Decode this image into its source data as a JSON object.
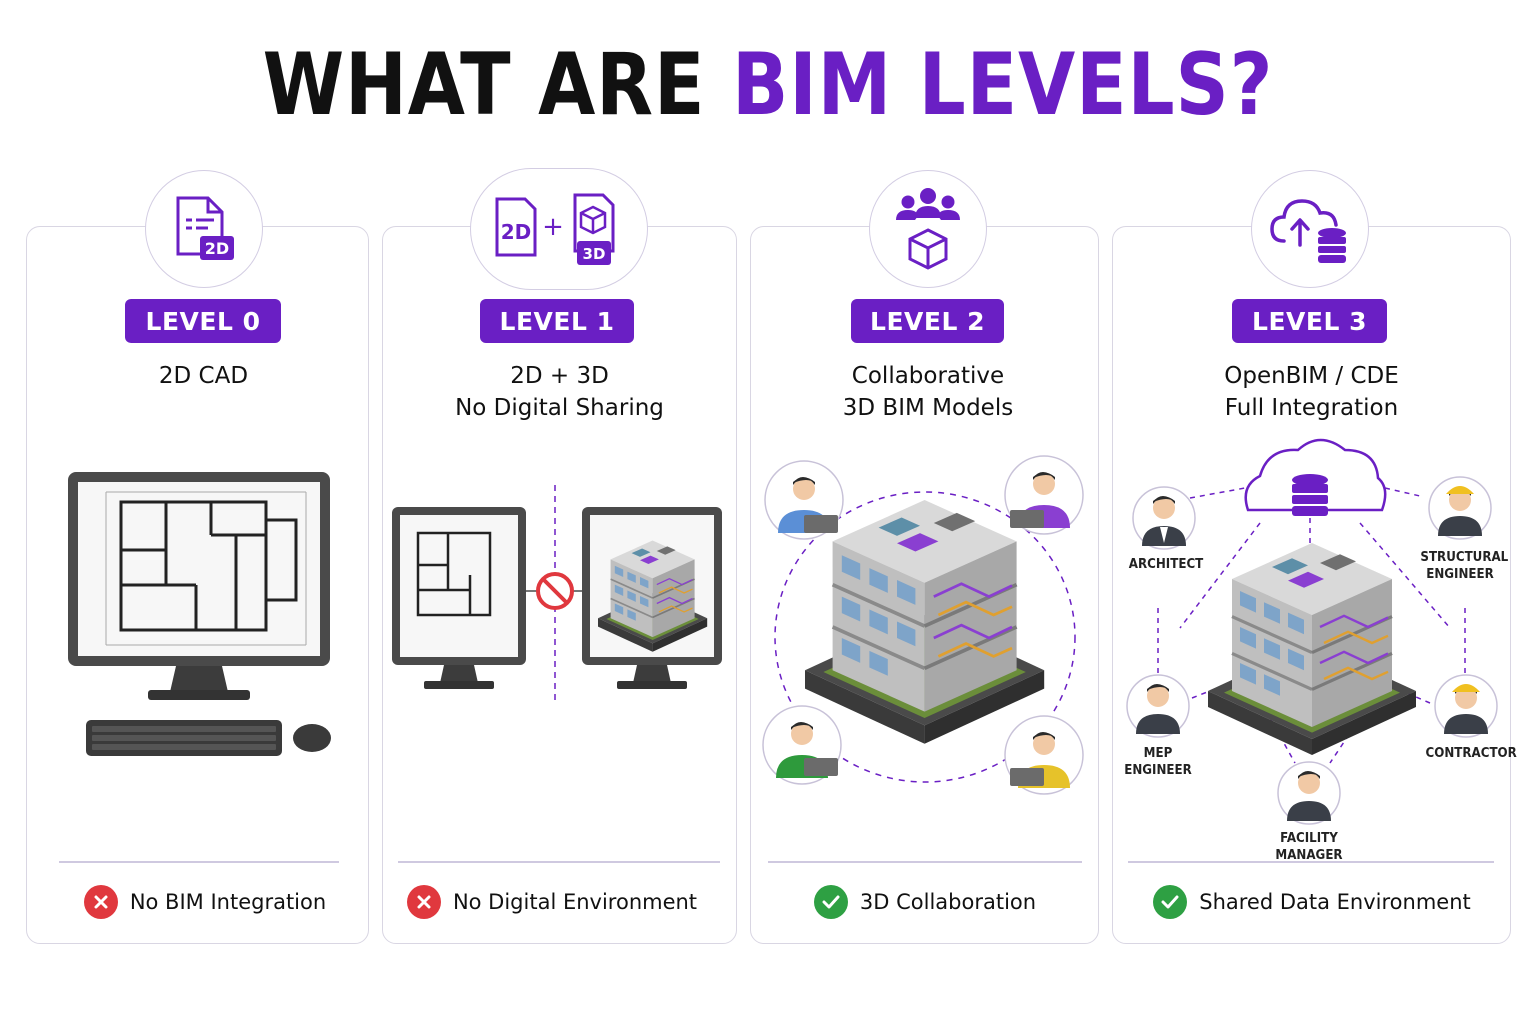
{
  "title": {
    "part1": "WHAT ARE",
    "part2": "BIM LEVELS?"
  },
  "colors": {
    "accent": "#6a1fc4",
    "bad": "#e0383e",
    "good": "#2ea043",
    "border": "#d9d6e3"
  },
  "levels": [
    {
      "badge": "LEVEL 0",
      "subtitle_line1": "2D CAD",
      "subtitle_line2": "",
      "icon": "2d-document-icon",
      "status": "No BIM Integration",
      "status_type": "bad"
    },
    {
      "badge": "LEVEL 1",
      "subtitle_line1": "2D + 3D",
      "subtitle_line2": "No Digital Sharing",
      "icon": "2d-plus-3d-icon",
      "icon_text_2d": "2D",
      "icon_text_plus": "+",
      "icon_text_3d": "3D",
      "status": "No Digital Environment",
      "status_type": "bad"
    },
    {
      "badge": "LEVEL 2",
      "subtitle_line1": "Collaborative",
      "subtitle_line2": "3D BIM Models",
      "icon": "team-cube-icon",
      "status": "3D Collaboration",
      "status_type": "good"
    },
    {
      "badge": "LEVEL 3",
      "subtitle_line1": "OpenBIM / CDE",
      "subtitle_line2": "Full Integration",
      "icon": "cloud-database-icon",
      "status": "Shared Data Environment",
      "status_type": "good"
    }
  ],
  "level0_icon_text": "2D",
  "roles": {
    "architect": "ARCHITECT",
    "structural_1": "STRUCTURAL",
    "structural_2": "ENGINEER",
    "mep_1": "MEP",
    "mep_2": "ENGINEER",
    "contractor": "CONTRACTOR",
    "facility_1": "FACILITY",
    "facility_2": "MANAGER"
  }
}
